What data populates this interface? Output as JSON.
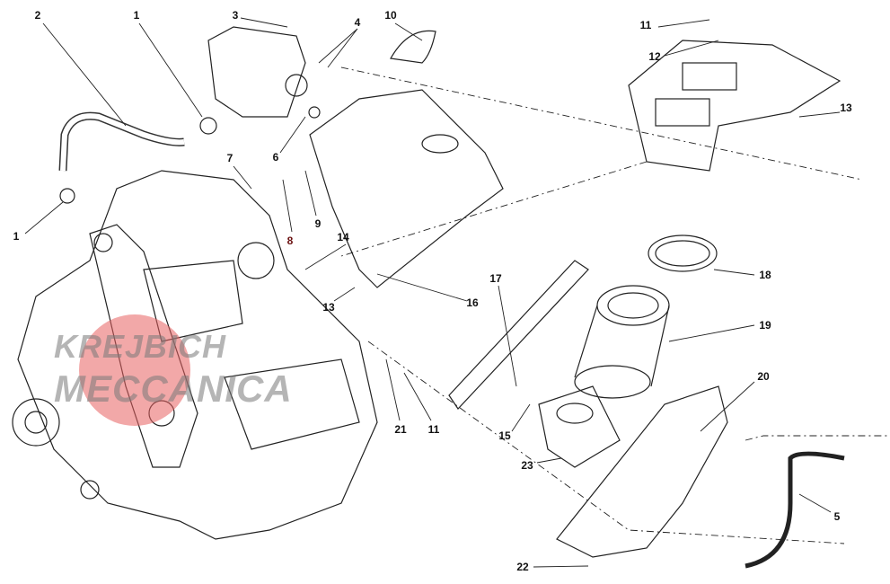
{
  "diagram": {
    "title": "Air intake / airbox exploded view",
    "callouts": [
      "2",
      "1",
      "3",
      "4",
      "10",
      "11",
      "12",
      "13",
      "1",
      "7",
      "6",
      "9",
      "8",
      "14",
      "13",
      "16",
      "17",
      "18",
      "19",
      "20",
      "21",
      "11",
      "15",
      "23",
      "5",
      "22"
    ]
  },
  "watermark": {
    "line1": "KREJBICH",
    "line2": "MECCANICA",
    "circle_color": "#e86060"
  }
}
